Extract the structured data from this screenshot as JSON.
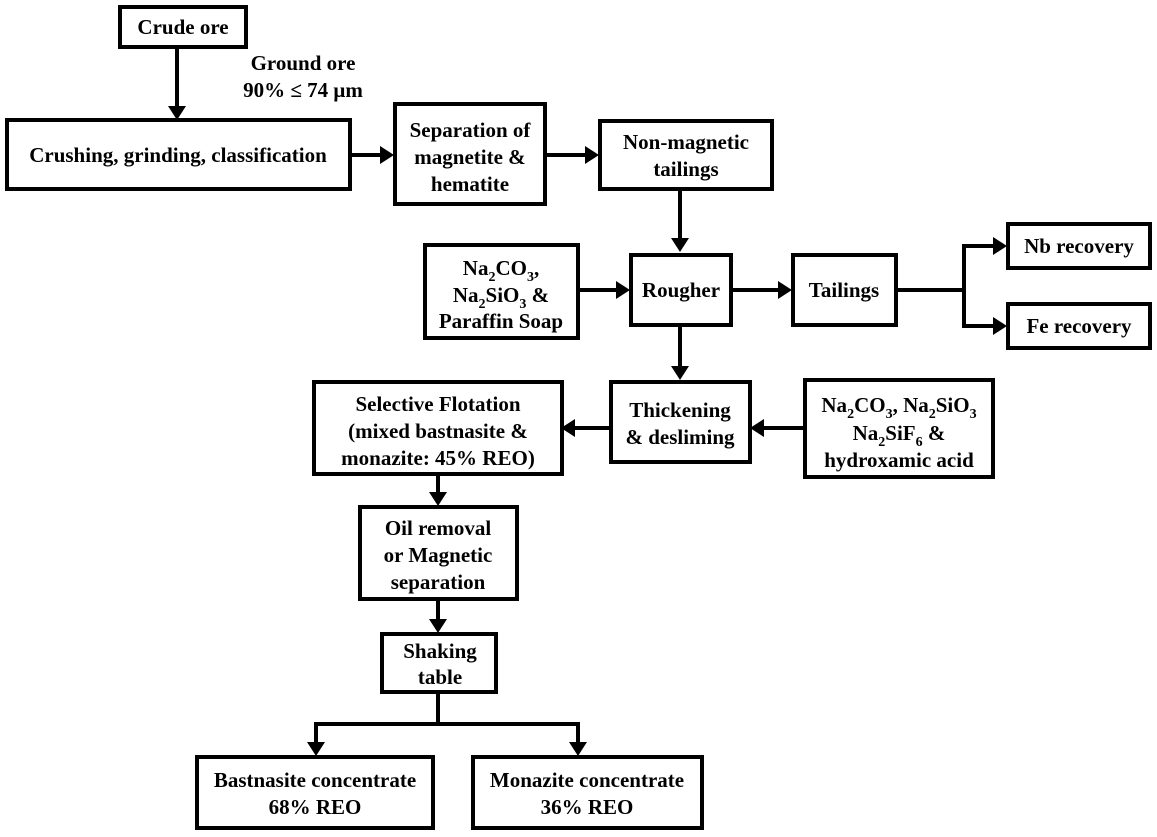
{
  "nodes": {
    "crude_ore": "Crude ore",
    "ground_ore_line1": "Ground ore",
    "ground_ore_line2": "90% ≤ 74 μm",
    "crushing": "Crushing, grinding, classification",
    "separation": [
      "Separation of",
      "magnetite &",
      "hematite"
    ],
    "non_magnetic": [
      "Non-magnetic",
      "tailings"
    ],
    "rougher": "Rougher",
    "tailings": "Tailings",
    "nb_recovery": "Nb recovery",
    "fe_recovery": "Fe recovery",
    "reagents1": {
      "line1_a": "Na",
      "line1_b": "2",
      "line1_c": "CO",
      "line1_d": "3",
      "line1_e": ",",
      "line2_a": "Na",
      "line2_b": "2",
      "line2_c": "SiO",
      "line2_d": "3",
      "line2_e": " &",
      "line3": "Paraffin Soap"
    },
    "thickening": [
      "Thickening",
      "& desliming"
    ],
    "reagents2": {
      "l1_a": "Na",
      "l1_b": "2",
      "l1_c": "CO",
      "l1_d": "3",
      "l1_e": ", Na",
      "l1_f": "2",
      "l1_g": "SiO",
      "l1_h": "3",
      "l2_a": "Na",
      "l2_b": "2",
      "l2_c": "SiF",
      "l2_d": "6",
      "l2_e": " &",
      "l3": "hydroxamic acid"
    },
    "selective_flotation": [
      "Selective Flotation",
      "(mixed bastnasite &",
      "monazite: 45% REO)"
    ],
    "oil_removal": [
      "Oil removal",
      "or Magnetic",
      "separation"
    ],
    "shaking_table": [
      "Shaking",
      "table"
    ],
    "bastnasite": [
      "Bastnasite concentrate",
      "68% REO"
    ],
    "monazite": [
      "Monazite concentrate",
      "36% REO"
    ]
  }
}
